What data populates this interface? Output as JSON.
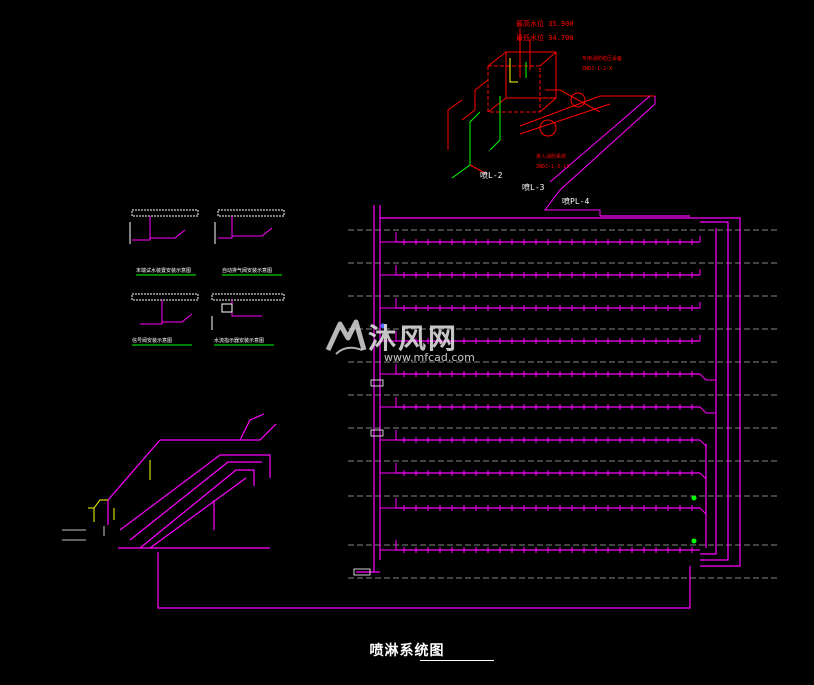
{
  "diagram": {
    "title": "喷淋系统图",
    "colors": {
      "background": "#000000",
      "pipe": "#ff00ff",
      "tank": "#ff0000",
      "green": "#00ff00",
      "yellow": "#ffff00",
      "white": "#ffffff",
      "grey_dash": "#b0b0b0",
      "blue_valve": "#4a6cff"
    },
    "elevation_labels": {
      "top": "最高水位 35.900",
      "bottom": "最低水位 34.700"
    },
    "notes": {
      "note1": "专用消防稳压设备",
      "note2": "ZWDJ-1-2-X",
      "note3": "排入消防系统",
      "note4": "ZWDJ-1-3-13"
    },
    "riser_labels": {
      "l2": "喷L-2",
      "l3": "喷L-3",
      "pl4": "喷PL-4"
    },
    "detail_captions": [
      "末端试水装置安装示意图",
      "自动排气阀安装示意图",
      "信号阀安装示意图",
      "水流指示器安装示意图"
    ],
    "watermark": {
      "cn": "沐风网",
      "url": "www.mfcad.com",
      "logo_icon": "mf-logo-icon"
    }
  }
}
